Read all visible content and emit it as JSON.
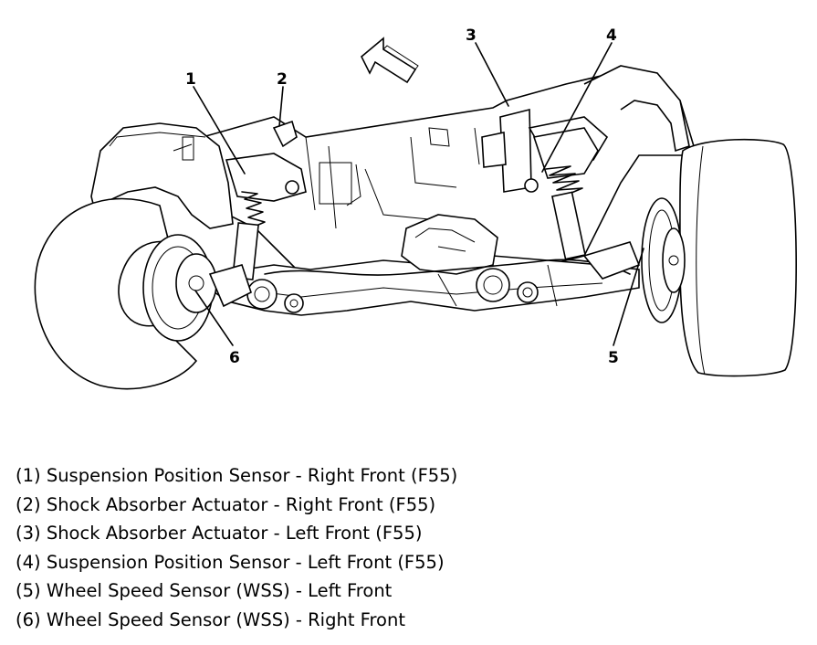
{
  "callouts": [
    {
      "id": "1",
      "label": "1"
    },
    {
      "id": "2",
      "label": "2"
    },
    {
      "id": "3",
      "label": "3"
    },
    {
      "id": "4",
      "label": "4"
    },
    {
      "id": "5",
      "label": "5"
    },
    {
      "id": "6",
      "label": "6"
    }
  ],
  "legend": [
    "(1) Suspension Position Sensor - Right Front (F55)",
    "(2) Shock Absorber Actuator - Right Front (F55)",
    "(3) Shock Absorber Actuator - Left Front (F55)",
    "(4) Suspension Position Sensor - Left Front (F55)",
    "(5) Wheel Speed Sensor (WSS) - Left Front",
    "(6) Wheel Speed Sensor (WSS) - Right Front"
  ]
}
